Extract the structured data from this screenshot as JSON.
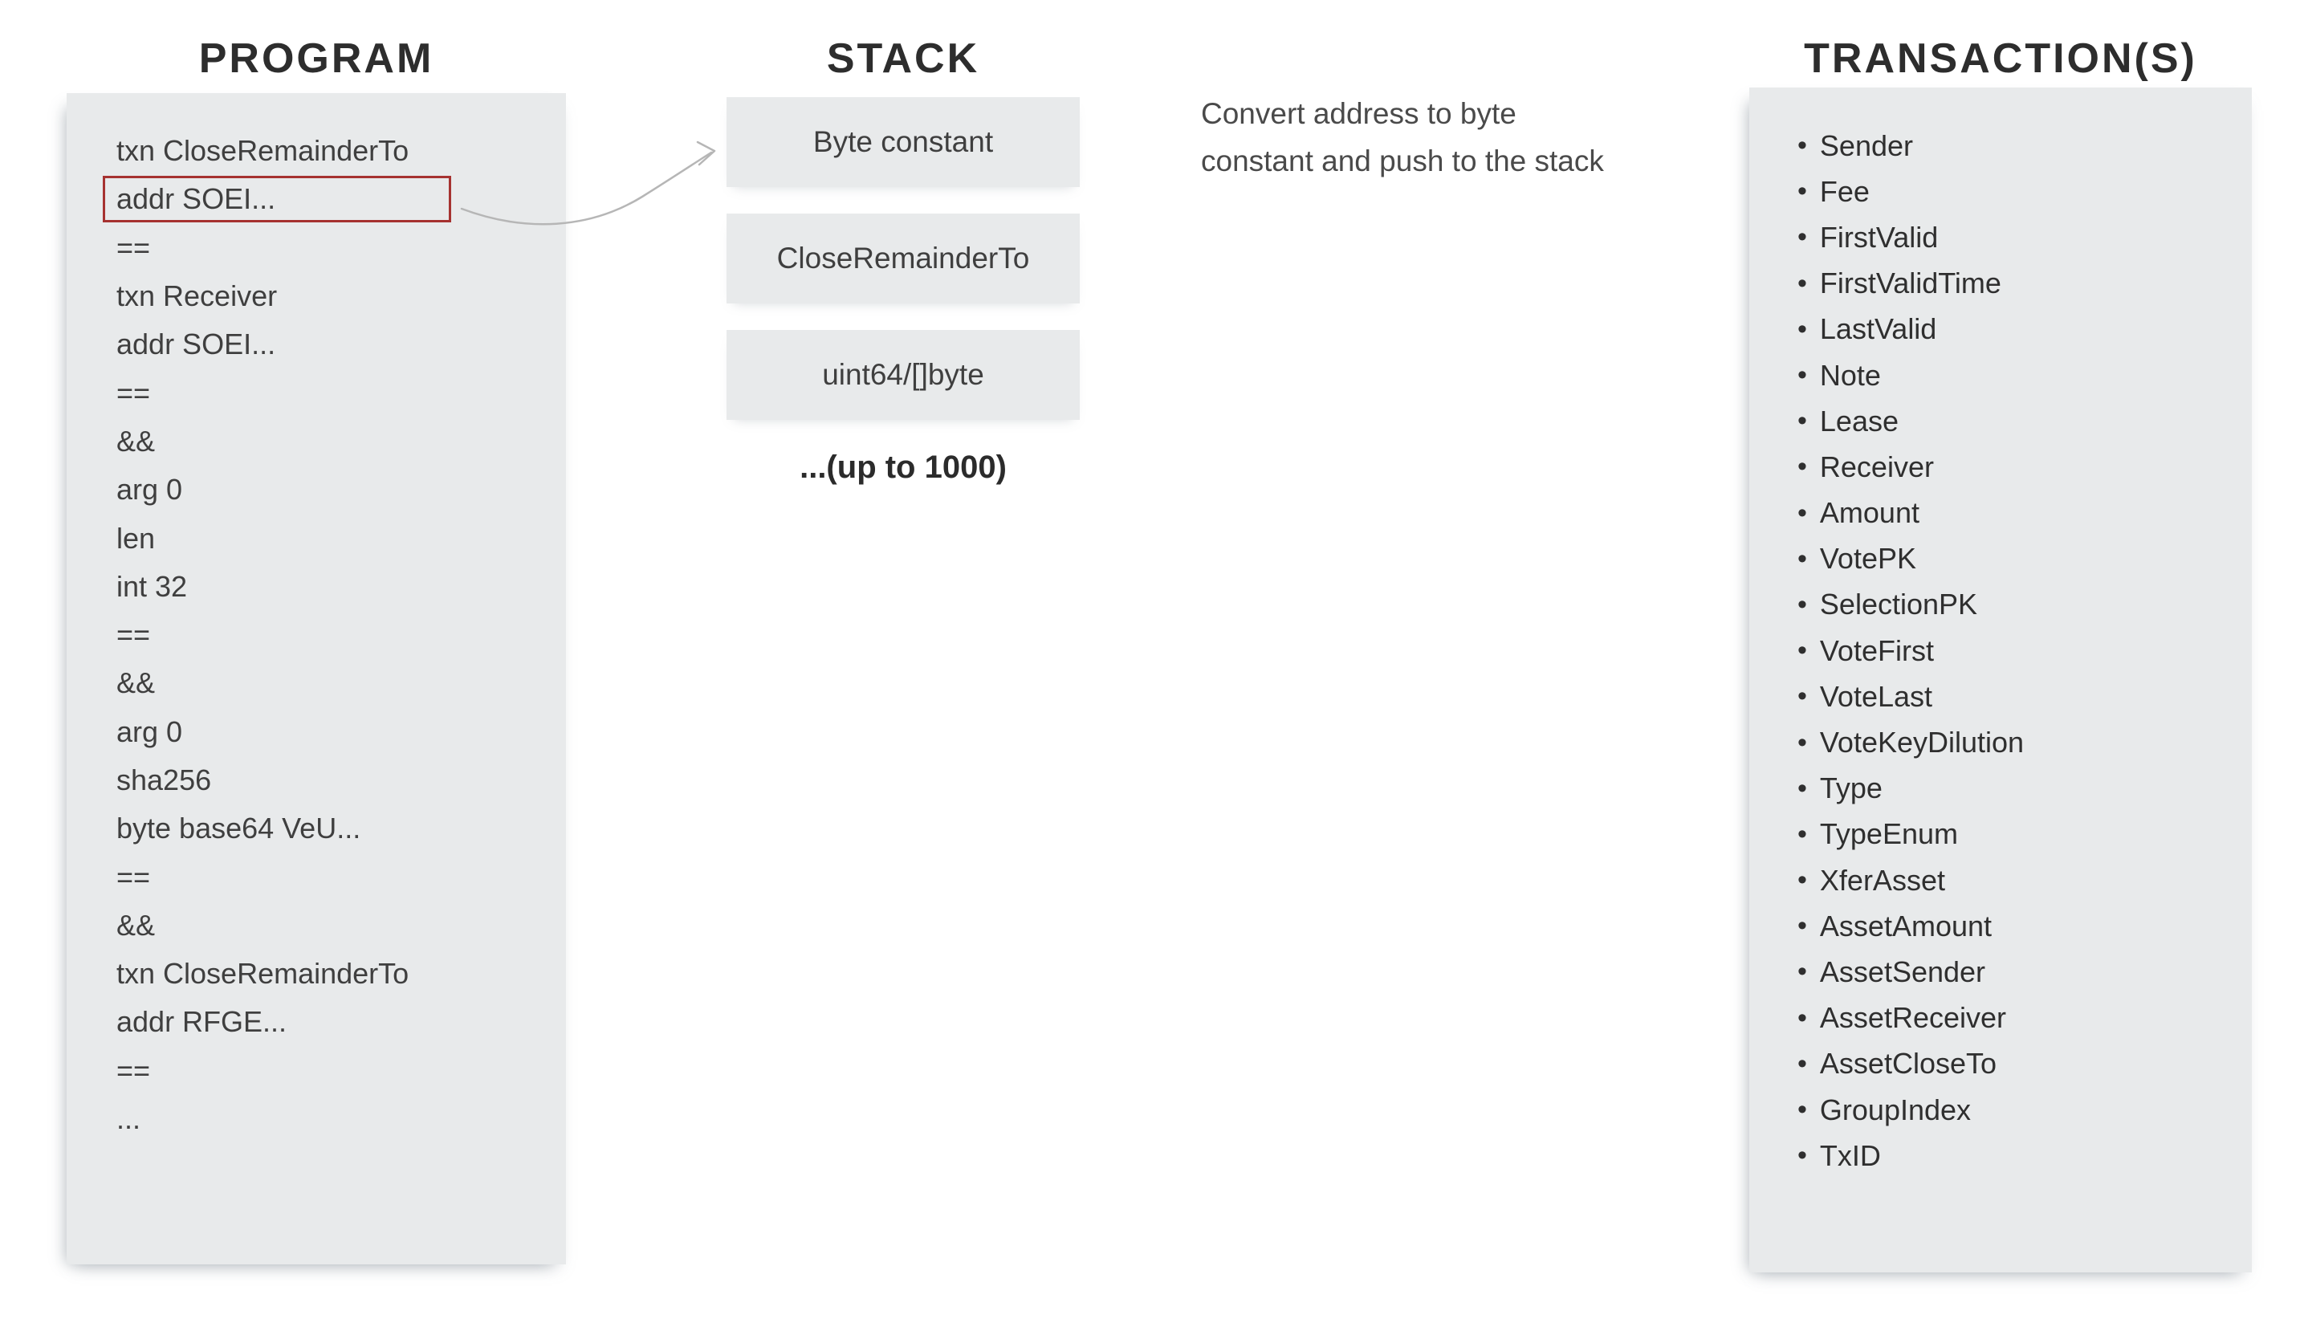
{
  "program": {
    "title": "PROGRAM",
    "lines": [
      "txn CloseRemainderTo",
      "addr SOEI...",
      "==",
      "txn Receiver",
      "addr SOEI...",
      "==",
      "&&",
      "arg 0",
      "len",
      "int 32",
      "==",
      "&&",
      "arg 0",
      "sha256",
      "byte base64 VeU...",
      "==",
      "&&",
      "txn CloseRemainderTo",
      "addr RFGE...",
      "==",
      "..."
    ],
    "highlighted_line_index": 1
  },
  "stack": {
    "title": "STACK",
    "boxes": [
      "Byte constant",
      "CloseRemainderTo",
      "uint64/[]byte"
    ],
    "note": "...(up to 1000)"
  },
  "annotation": {
    "line1": "Convert address to byte",
    "line2": "constant and push to the stack"
  },
  "transactions": {
    "title": "TRANSACTION(S)",
    "fields": [
      "Sender",
      "Fee",
      "FirstValid",
      "FirstValidTime",
      "LastValid",
      "Note",
      "Lease",
      "Receiver",
      "Amount",
      "VotePK",
      "SelectionPK",
      "VoteFirst",
      "VoteLast",
      "VoteKeyDilution",
      "Type",
      "TypeEnum",
      "XferAsset",
      "AssetAmount",
      "AssetSender",
      "AssetReceiver",
      "AssetCloseTo",
      "GroupIndex",
      "TxID"
    ]
  },
  "colors": {
    "panel_bg": "#e8eaeb",
    "highlight_border": "#a63230",
    "arrow": "#b6b6b6",
    "heading_text": "#2d2d2d",
    "body_text": "#3f3f3f"
  }
}
